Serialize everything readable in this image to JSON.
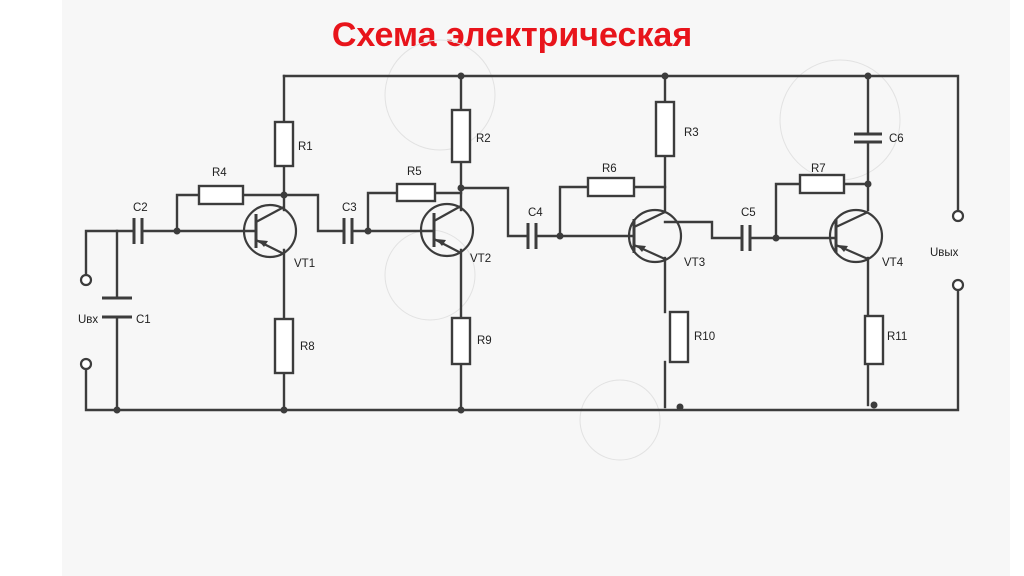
{
  "title": "Схема электрическая",
  "labels": {
    "R1": "R1",
    "R2": "R2",
    "R3": "R3",
    "R4": "R4",
    "R5": "R5",
    "R6": "R6",
    "R7": "R7",
    "R8": "R8",
    "R9": "R9",
    "R10": "R10",
    "R11": "R11",
    "C1": "C1",
    "C2": "C2",
    "C3": "C3",
    "C4": "C4",
    "C5": "C5",
    "C6": "C6",
    "VT1": "VT1",
    "VT2": "VT2",
    "VT3": "VT3",
    "VT4": "VT4",
    "uin": "Uвх",
    "uout": "Uвых"
  },
  "colors": {
    "title": "#e8141b",
    "wire": "#3c3c3c"
  }
}
